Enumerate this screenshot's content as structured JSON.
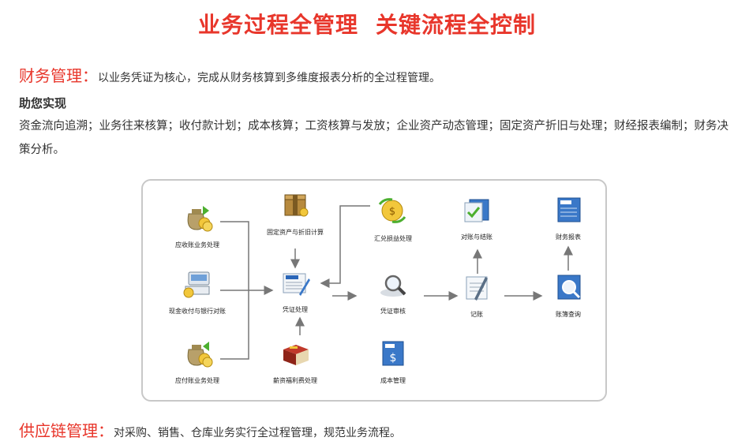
{
  "headline": {
    "part1": "业务过程全管理",
    "part2": "关键流程全控制"
  },
  "finance": {
    "title": "财务管理：",
    "desc": "以业务凭证为核心，完成从财务核算到多维度报表分析的全过程管理。",
    "help_title": "助您实现",
    "help_body": "资金流向追溯；业务往来核算；收付款计划；成本核算；工资核算与发放；企业资产动态管理；固定资产折旧与处理；财经报表编制；财务决策分析。"
  },
  "diagram": {
    "nodes": {
      "receivable": "应收账业务处理",
      "cash": "现金收付与银行对账",
      "payable": "应付账业务处理",
      "fixed_asset": "固定资产与折旧计算",
      "voucher": "凭证处理",
      "salary": "薪资福利费处理",
      "fx": "汇兑损益处理",
      "audit": "凭证审核",
      "cost": "成本管理",
      "reconcile": "对账与结账",
      "posting": "记账",
      "report": "财务报表",
      "ledger": "账簿查询"
    },
    "colors": {
      "accent": "#e8362b",
      "arrow": "#777777",
      "panel_border": "#c8c8c8"
    }
  },
  "supply": {
    "title": "供应链管理：",
    "desc": "对采购、销售、仓库业务实行全过程管理，规范业务流程。"
  }
}
